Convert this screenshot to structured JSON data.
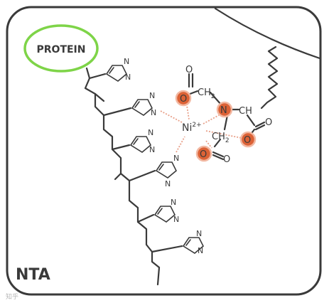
{
  "labels": {
    "protein": "PROTEIN",
    "nta": "NTA",
    "metal": "Ni",
    "metal_charge": "2+",
    "amine_n": "N",
    "ch": "CH",
    "c": "C",
    "h": "H",
    "ch2": "CH",
    "sub2": "2",
    "oxygen": "O",
    "ring_n": "N",
    "watermark": "知乎"
  },
  "colors": {
    "frame": "#3a3a3a",
    "protein_outline": "#7ed448",
    "donor_atom": "#dc6236",
    "coordination_bond": "#e8a089"
  }
}
